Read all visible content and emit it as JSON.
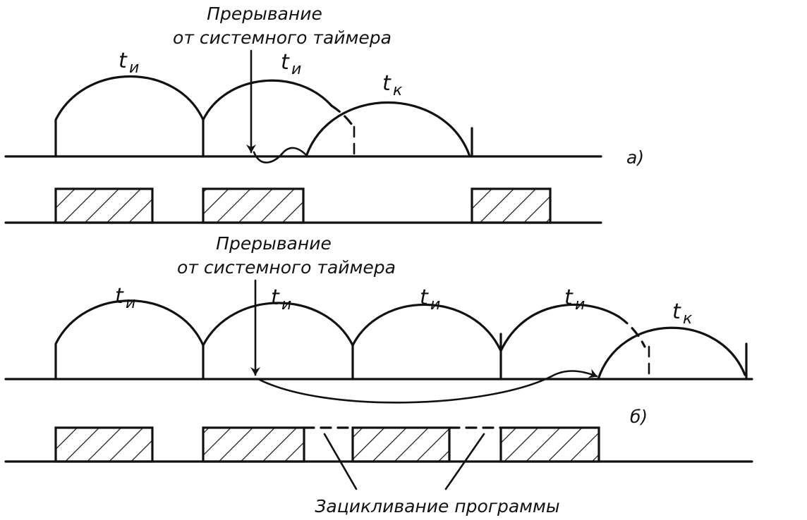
{
  "diagram": {
    "part_a": {
      "interrupt_caption_line1": "Прерывание",
      "interrupt_caption_line2": "от системного таймера",
      "arc_labels": [
        {
          "t": "t",
          "sub": "и"
        },
        {
          "t": "t",
          "sub": "и"
        },
        {
          "t": "t",
          "sub": "к"
        }
      ],
      "part_label": "а)"
    },
    "part_b": {
      "interrupt_caption_line1": "Прерывание",
      "interrupt_caption_line2": "от системного таймера",
      "arc_labels": [
        {
          "t": "t",
          "sub": "и"
        },
        {
          "t": "t",
          "sub": "и"
        },
        {
          "t": "t",
          "sub": "и"
        },
        {
          "t": "t",
          "sub": "и"
        },
        {
          "t": "t",
          "sub": "к"
        }
      ],
      "part_label": "б)",
      "loop_caption": "Зацикливание программы"
    }
  }
}
